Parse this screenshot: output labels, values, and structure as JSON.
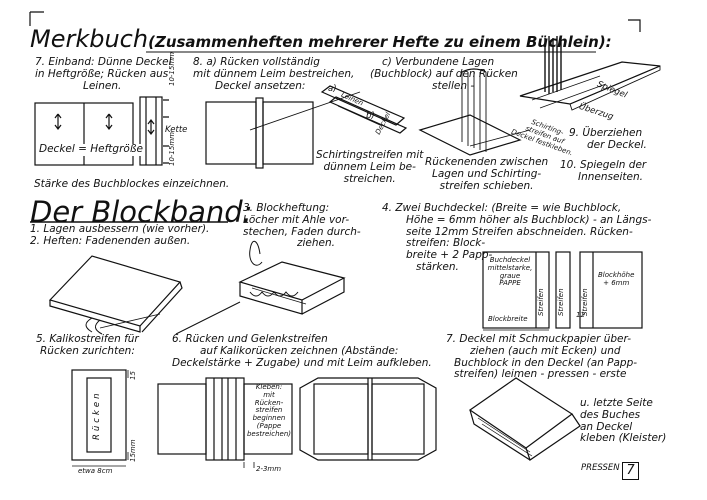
{
  "page": {
    "title": "Merkbuch",
    "title_sub": "(Zusammenheften mehrerer Hefte zu einem Büchlein):",
    "section2_title": "Der Blockband:",
    "page_number": "7"
  },
  "merkbuch": {
    "step7": [
      "7. Einband: Dünne Deckel",
      "in Heftgröße; Rücken aus",
      "Leinen."
    ],
    "deckel_label": "Deckel = Heftgröße",
    "kette_label": "Kette",
    "dim_top": "10-15mm",
    "dim_bottom": "10-15mm",
    "staerke_note": "Stärke des Buchblockes einzeichnen.",
    "step8": [
      "8. a) Rücken vollständig",
      "mit dünnem Leim bestreichen,",
      "Deckel ansetzen:"
    ],
    "step8_a": "a)",
    "step8_b": "b)",
    "leinen_label": "Leinen",
    "deckel_small": "Deckel",
    "schirting_note": [
      "Schirtingstreifen mit",
      "dünnem Leim be-",
      "streichen."
    ],
    "step8c": [
      "c) Verbundene Lagen",
      "(Buchblock) auf den Rücken",
      "stellen -"
    ],
    "ruecken_note": [
      "Rückenenden zwischen",
      "Lagen und Schirting-",
      "streifen schieben."
    ],
    "schirting_fest": [
      "Schirting-",
      "streifen auf",
      "Deckel festkleben."
    ],
    "spiegel_label": "Spiegel",
    "ueberzug_label": "Überzug",
    "step9": [
      "9. Überziehen",
      "der Deckel."
    ],
    "step10": [
      "10. Spiegeln der",
      "Innenseiten."
    ]
  },
  "blockband": {
    "steps12": [
      "1. Lagen ausbessern (wie vorher).",
      "2. Heften: Fadenenden außen."
    ],
    "step3": [
      "3. Blockheftung:",
      "Löcher mit Ahle vor-",
      "stechen, Faden durch-",
      "ziehen."
    ],
    "step4": [
      "4. Zwei Buchdeckel: (Breite = wie Buchblock,",
      "Höhe = 6mm höher als Buchblock) - an Längs-",
      "seite 12mm Streifen abschneiden. Rücken-",
      "streifen: Block-",
      "breite + 2 Papp-",
      "stärken."
    ],
    "box_label": [
      "Buchdeckel",
      "mittelstarke,",
      "graue",
      "PAPPE"
    ],
    "blockbreite": "Blockbreite",
    "streifen": "Streifen",
    "blockhoehe": [
      "Blockhöhe",
      "+ 6mm"
    ],
    "dim_12": "12",
    "step5": [
      "5. Kalikostreifen für",
      "Rücken zurichten:"
    ],
    "ruecken_vertical": "Rücken",
    "dim_15a": "15",
    "dim_15b": "15mm",
    "etwa": "etwa 8cm",
    "step6": [
      "6. Rücken und Gelenkstreifen",
      "auf Kalikorücken zeichnen (Abstände:",
      "Deckelstärke + Zugabe) und mit Leim aufkleben."
    ],
    "kleben_note": [
      "Kleben:",
      "mit",
      "Rücken-",
      "streifen",
      "beginnen",
      "(Pappe",
      "bestreichen)"
    ],
    "dim_23": "2-3mm",
    "step7": [
      "7. Deckel mit Schmuckpapier über-",
      "ziehen (auch mit Ecken) und",
      "Buchblock in den Deckel (an Papp-",
      "streifen) leimen - pressen - erste"
    ],
    "step7_cont": [
      "u. letzte Seite",
      "des Buches",
      "an Deckel",
      "kleben (Kleister)"
    ],
    "pressen": "PRESSEN"
  }
}
